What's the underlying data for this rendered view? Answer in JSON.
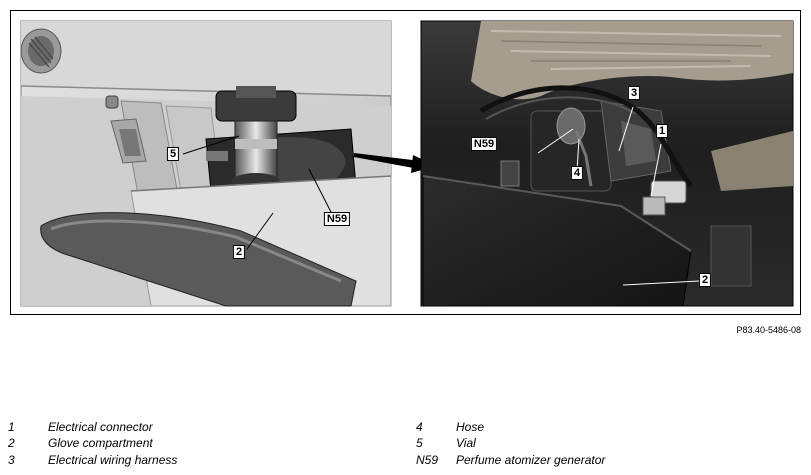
{
  "figure": {
    "callouts": {
      "left_5": "5",
      "left_n59": "N59",
      "left_2": "2",
      "right_3": "3",
      "right_1": "1",
      "right_n59": "N59",
      "right_4": "4",
      "right_2": "2"
    },
    "reference_code": "P83.40-5486-08"
  },
  "legend": {
    "items": [
      {
        "number": "1",
        "text": "Electrical connector"
      },
      {
        "number": "2",
        "text": "Glove compartment"
      },
      {
        "number": "3",
        "text": "Electrical wiring harness"
      },
      {
        "number": "4",
        "text": "Hose"
      },
      {
        "number": "5",
        "text": "Vial"
      },
      {
        "number": "N59",
        "text": "Perfume atomizer generator"
      }
    ]
  }
}
